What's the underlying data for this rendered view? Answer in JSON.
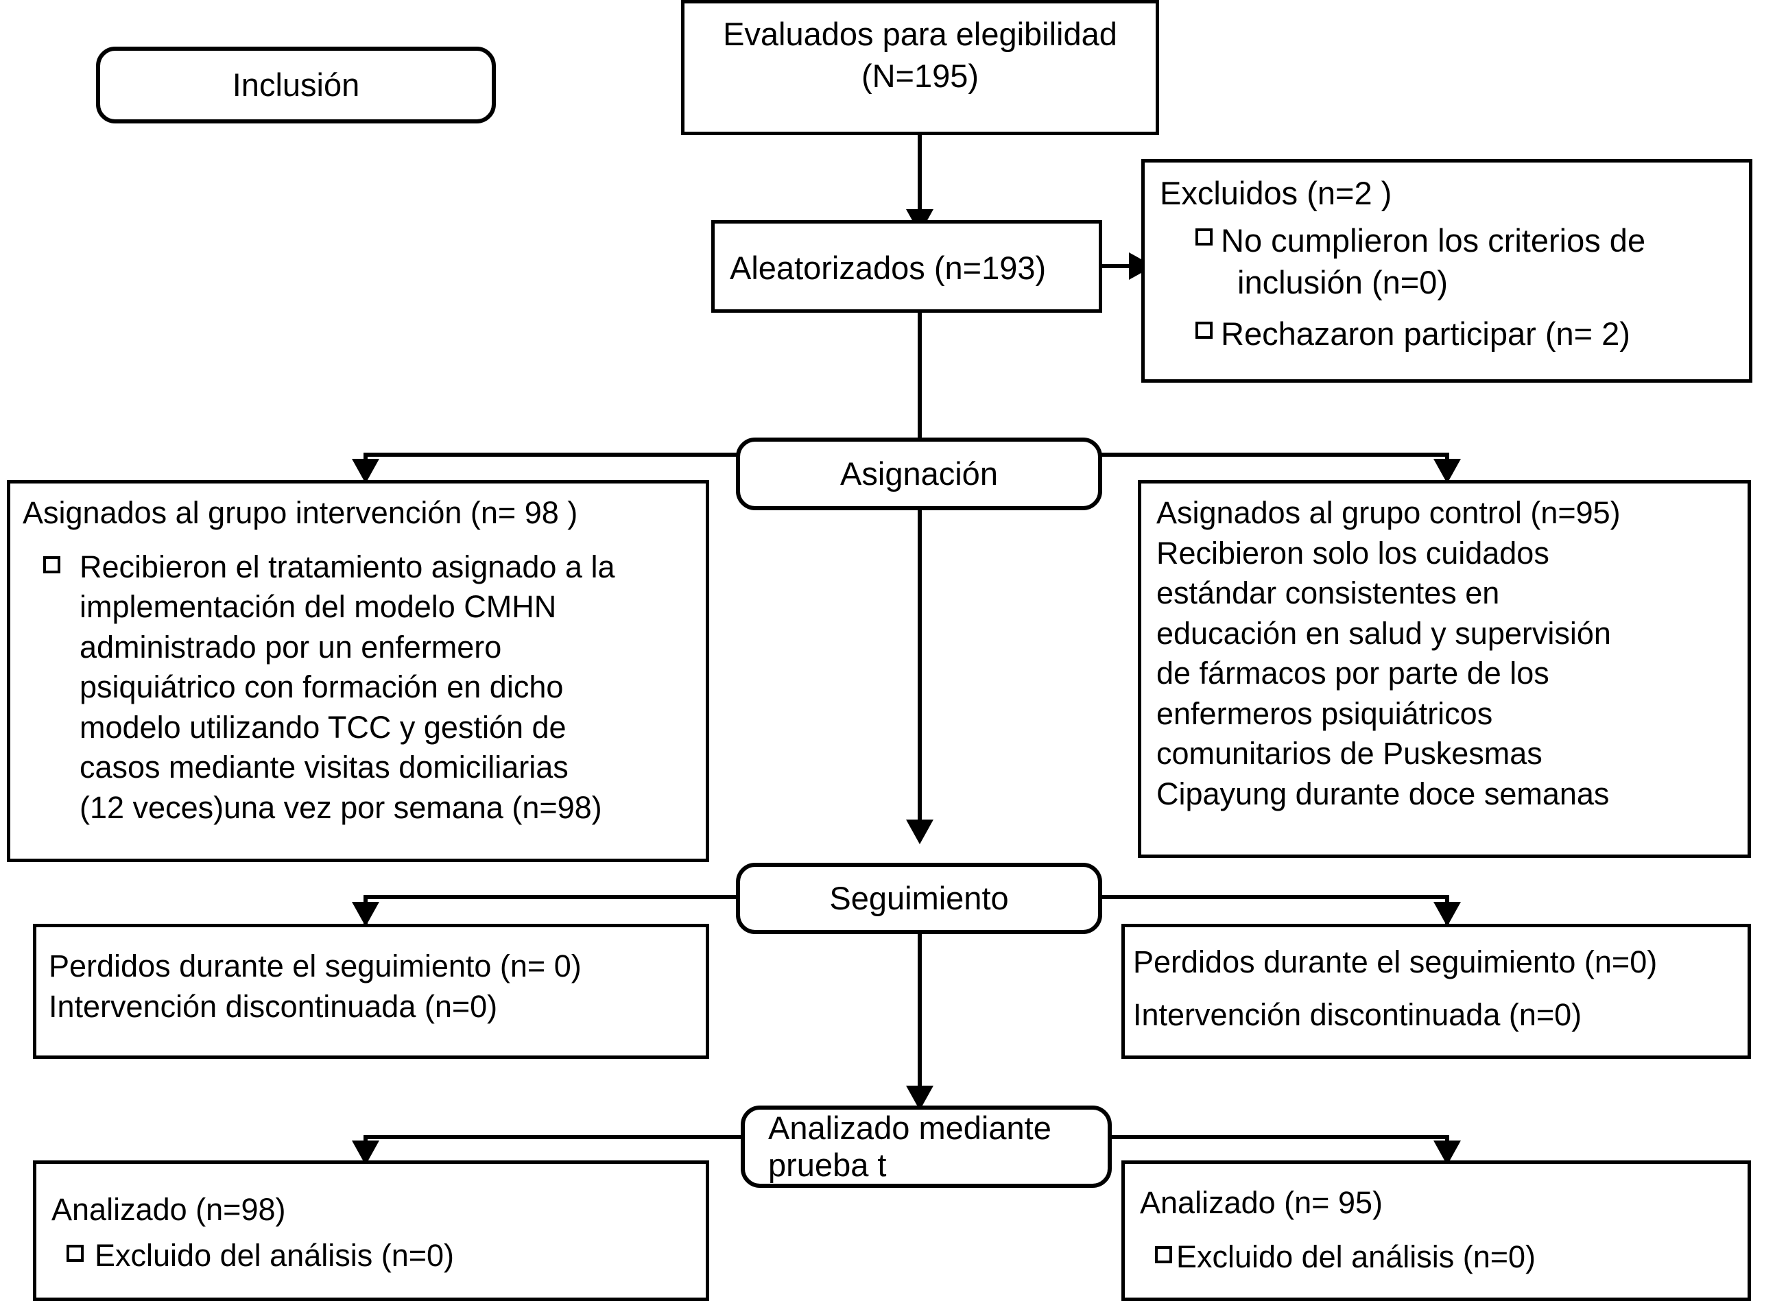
{
  "diagram": {
    "title": "CONSORT flow diagram",
    "stage_width": 2588,
    "stage_height": 1897,
    "stroke_color": "#000000",
    "background_color": "#ffffff"
  },
  "stages": {
    "inclusion_label": "Inclusión",
    "assignment_label": "Asignación",
    "followup_label": "Seguimiento",
    "analysis_label_line1": "Analizado mediante",
    "analysis_label_line2": "prueba t"
  },
  "enrollment": {
    "assessed_line1": "Evaluados para elegibilidad",
    "assessed_line2": "(N=195)",
    "randomized": "Aleatorizados (n=193)"
  },
  "excluded": {
    "heading": "Excluidos  (n=2 )",
    "items": [
      {
        "line1": "No cumplieron los criterios de",
        "line2": "inclusión (n=0)"
      },
      {
        "line1": "Rechazaron participar  (n= 2)",
        "line2": ""
      }
    ]
  },
  "intervention_group": {
    "heading": "Asignados al grupo intervención (n= 98 )",
    "bullet_lines": [
      "Recibieron el tratamiento asignado a la",
      "implementación del modelo CMHN",
      "administrado por un enfermero",
      "psiquiátrico con formación en dicho",
      "modelo utilizando TCC y gestión de",
      "casos mediante visitas domiciliarias",
      "(12 veces)una vez por semana (n=98)"
    ]
  },
  "control_group": {
    "lines": [
      "Asignados al grupo control (n=95)",
      "Recibieron solo los cuidados",
      "estándar consistentes en",
      "educación en salud y supervisión",
      " de fármacos por parte de los",
      "enfermeros psiquiátricos",
      "comunitarios de Puskesmas",
      "Cipayung durante doce semanas"
    ]
  },
  "followup_left": {
    "line1": "Perdidos durante el seguimiento (n= 0)",
    "line2": " Intervención discontinuada (n=0)"
  },
  "followup_right": {
    "line1": "Perdidos durante el seguimiento (n=0)",
    "line2": " Intervención discontinuada  (n=0)"
  },
  "analyzed_left": {
    "heading": "Analizado (n=98)",
    "bullet": "Excluido del análisis (n=0)"
  },
  "analyzed_right": {
    "heading": "Analizado  (n= 95)",
    "bullet": "Excluido del análisis (n=0)"
  }
}
